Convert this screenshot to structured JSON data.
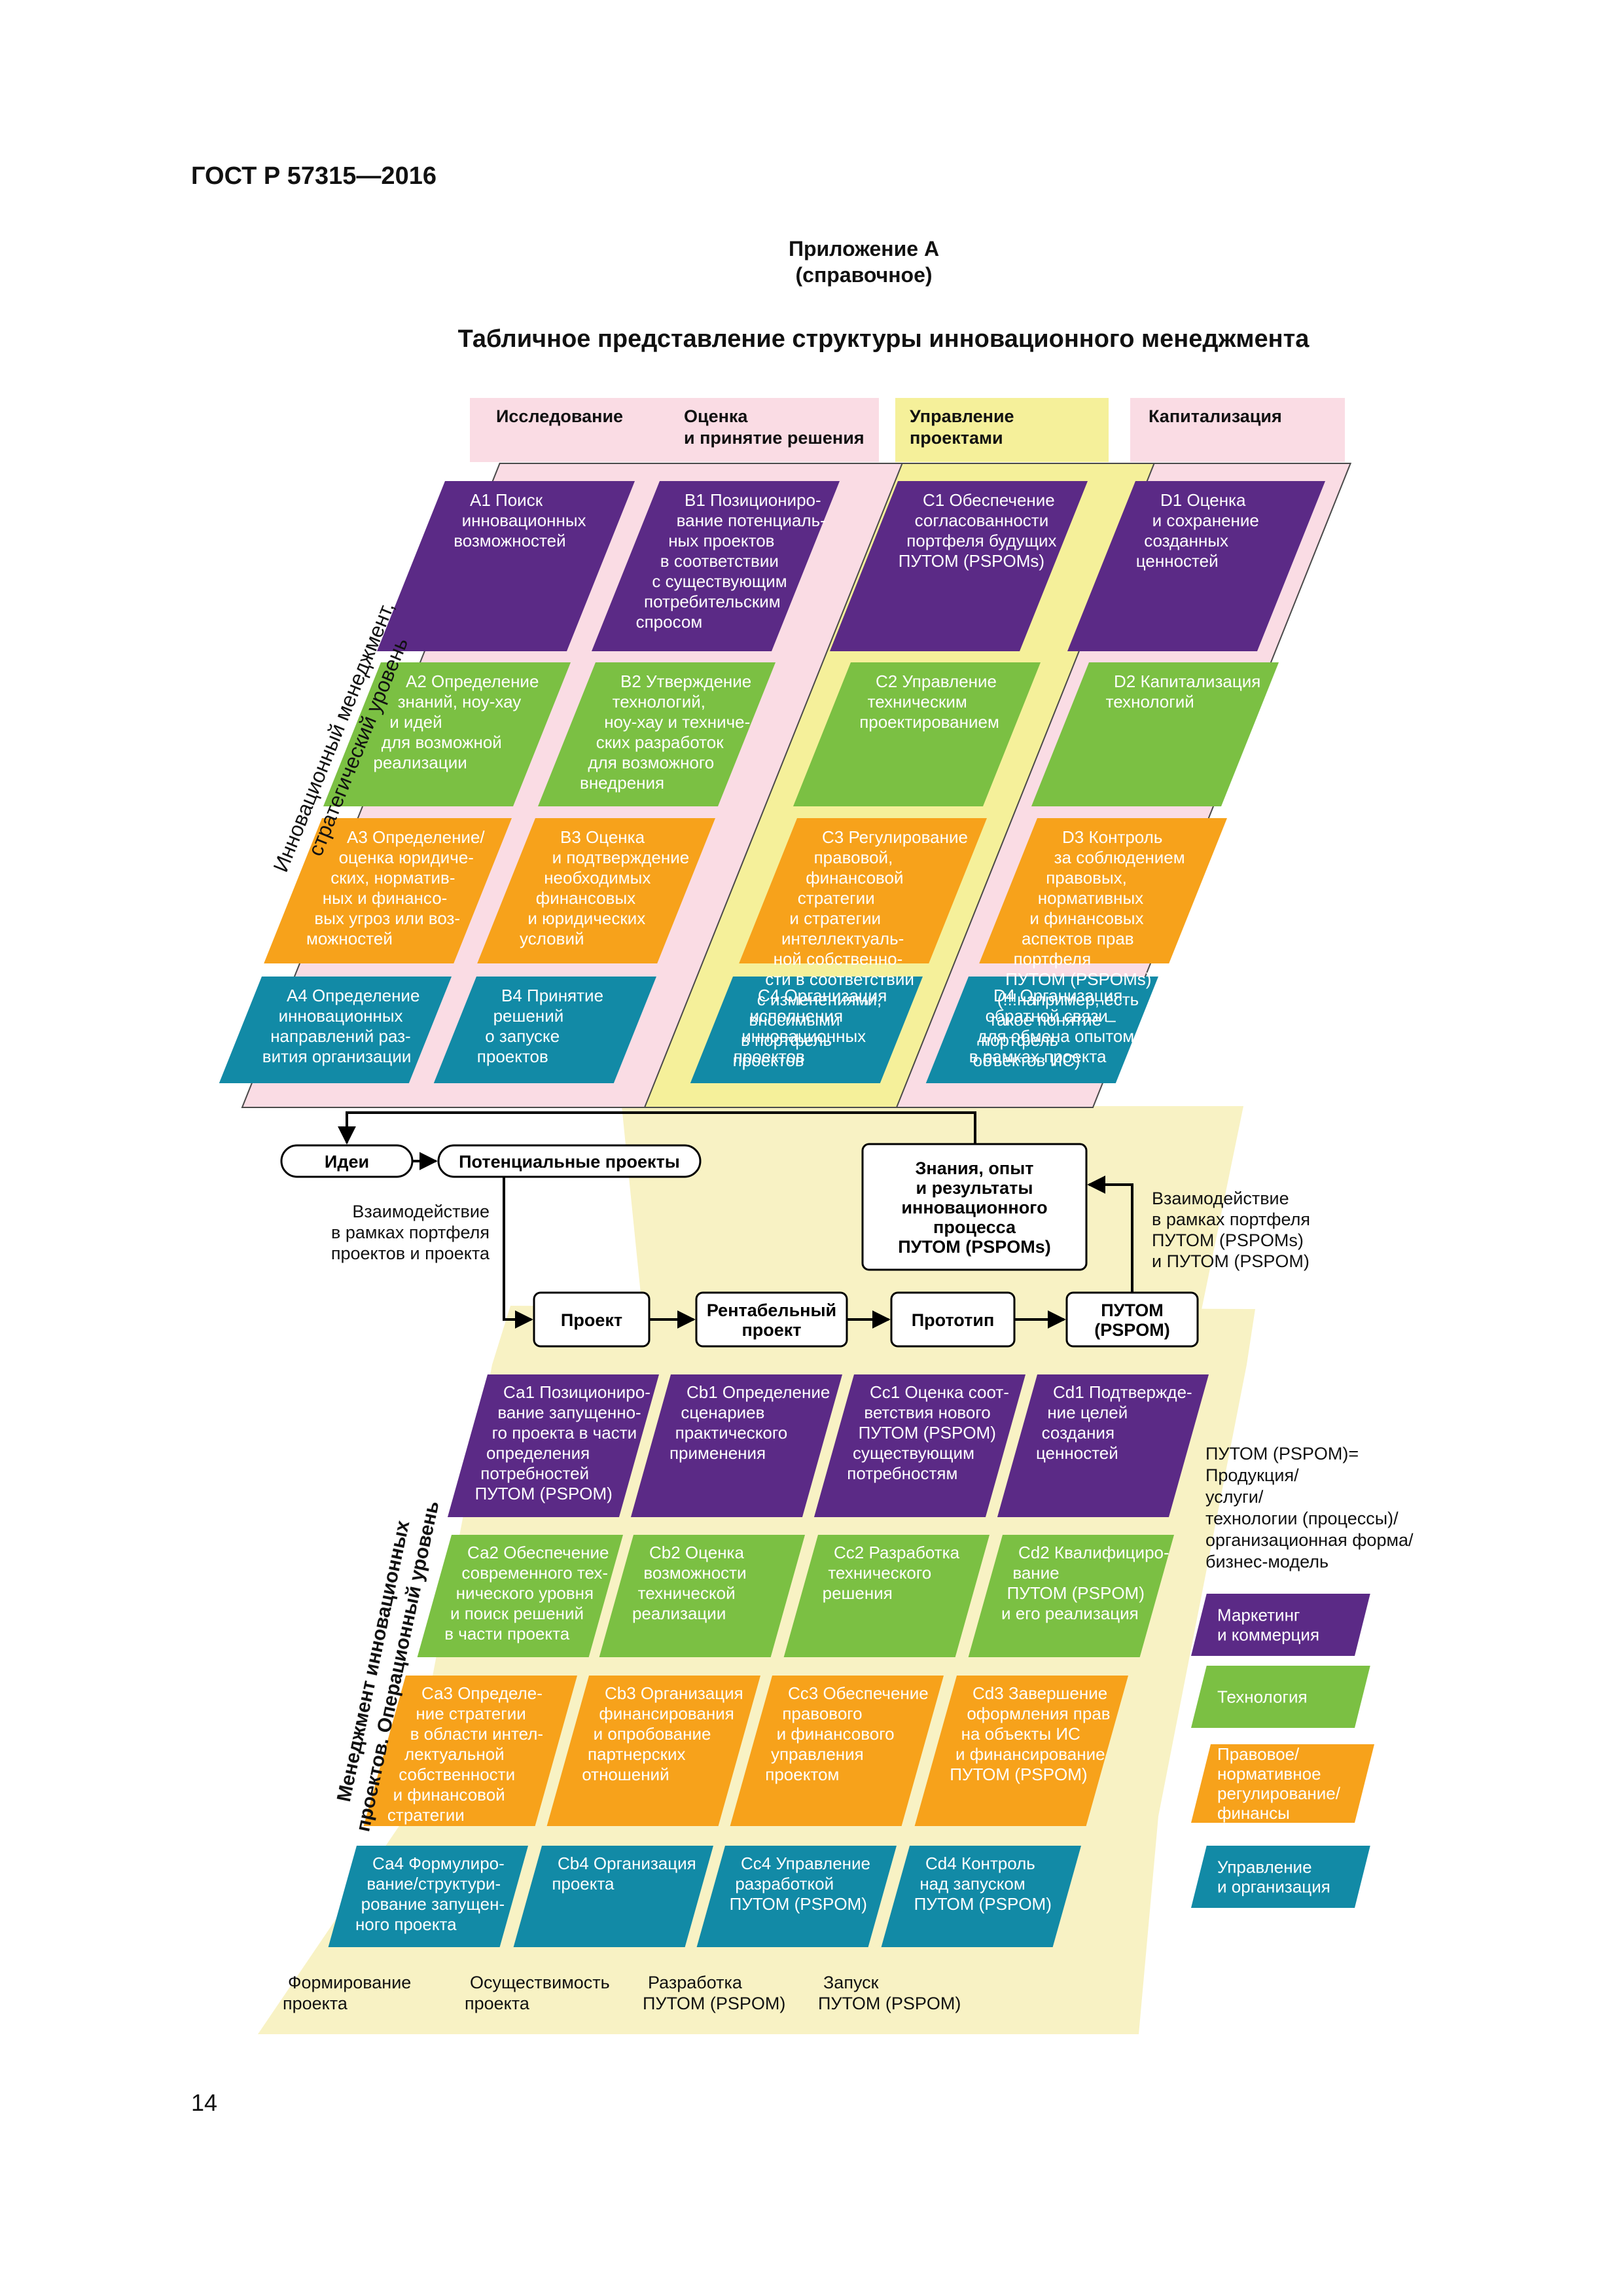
{
  "header": {
    "doc_code": "ГОСТ Р 57315—2016",
    "annex_title": "Приложение А",
    "annex_type": "(справочное)",
    "figure_title": "Табличное представление структуры инновационного менеджмента"
  },
  "colors": {
    "purple": "#5b2a86",
    "green": "#7bc043",
    "orange": "#f7a21b",
    "teal": "#128aa6",
    "pink": "#fadce4",
    "yellow": "#f5f09a",
    "cream": "#f8f2c4"
  },
  "strategic": {
    "level_label": [
      "Инновационный менеджмент,",
      "стратегический уровень"
    ],
    "headers": [
      {
        "id": "research",
        "lines": [
          "Исследование"
        ]
      },
      {
        "id": "evaluation",
        "lines": [
          "Оценка",
          "и принятие решения"
        ]
      },
      {
        "id": "pm",
        "lines": [
          "Управление",
          "проектами"
        ]
      },
      {
        "id": "capitalization",
        "lines": [
          "Капитализация"
        ]
      }
    ],
    "cells": [
      {
        "id": "a1",
        "color": "purple",
        "lines": [
          "А1 Поиск",
          "инновационных",
          "возможностей"
        ]
      },
      {
        "id": "b1",
        "color": "purple",
        "lines": [
          "В1 Позициониро-",
          "вание потенциаль-",
          "ных проектов",
          "в соответствии",
          "с существующим",
          "потребительским",
          "спросом"
        ]
      },
      {
        "id": "c1",
        "color": "purple",
        "lines": [
          "С1 Обеспечение",
          "согласованности",
          "портфеля будущих",
          "ПУТОМ (PSPOMs)"
        ]
      },
      {
        "id": "d1",
        "color": "purple",
        "lines": [
          "D1 Оценка",
          "и сохранение",
          "созданных",
          "ценностей"
        ]
      },
      {
        "id": "a2",
        "color": "green",
        "lines": [
          "А2 Определение",
          "знаний, ноу-хау",
          "и идей",
          "для возможной",
          "реализации"
        ]
      },
      {
        "id": "b2",
        "color": "green",
        "lines": [
          "В2 Утверждение",
          "технологий,",
          "ноу-хау и техниче-",
          "ских разработок",
          "для возможного",
          "внедрения"
        ]
      },
      {
        "id": "c2",
        "color": "green",
        "lines": [
          "С2 Управление",
          "техническим",
          "проектированием"
        ]
      },
      {
        "id": "d2",
        "color": "green",
        "lines": [
          "D2 Капитализация",
          "технологий"
        ]
      },
      {
        "id": "a3",
        "color": "orange",
        "lines": [
          "А3 Определение/",
          "оценка юридиче-",
          "ских, норматив-",
          "ных и финансо-",
          "вых угроз или воз-",
          "можностей"
        ]
      },
      {
        "id": "b3",
        "color": "orange",
        "lines": [
          "В3 Оценка",
          "и подтверждение",
          "необходимых",
          "финансовых",
          "и юридических",
          "условий"
        ]
      },
      {
        "id": "c3",
        "color": "orange",
        "lines": [
          "С3 Регулирование",
          "правовой,",
          "финансовой",
          "стратегии",
          "и стратегии",
          "интеллектуаль-",
          "ной собственно-",
          "сти в соответствии",
          "с изменениями,",
          "вносимыми",
          "в портфель",
          "проектов"
        ]
      },
      {
        "id": "d3",
        "color": "orange",
        "lines": [
          "D3 Контроль",
          "за соблюдением",
          "правовых,",
          "нормативных",
          "и финансовых",
          "аспектов прав",
          "портфеля",
          "ПУТОМ (PSPOMs)",
          "(!!!например, есть",
          "такое понятие –",
          "портфель",
          "объектов ИС)"
        ]
      },
      {
        "id": "a4",
        "color": "teal",
        "lines": [
          "А4 Определение",
          "инновационных",
          "направлений раз-",
          "вития организации"
        ]
      },
      {
        "id": "b4",
        "color": "teal",
        "lines": [
          "В4 Принятие",
          "решений",
          "о запуске",
          "проектов"
        ]
      },
      {
        "id": "c4",
        "color": "teal",
        "lines": [
          "С4 Организация",
          "исполнения",
          "инновационных",
          "проектов"
        ]
      },
      {
        "id": "d4",
        "color": "teal",
        "lines": [
          "D4 Организация",
          "обратной связи",
          "для обмена опытом",
          "в рамках проекта"
        ]
      }
    ]
  },
  "flow": {
    "ideas": "Идеи",
    "potential_projects": "Потенциальные проекты",
    "project": "Проект",
    "profitable_project": [
      "Рентабельный",
      "проект"
    ],
    "prototype": "Прототип",
    "pspom": [
      "ПУТОМ",
      "(PSPOM)"
    ],
    "knowledge": [
      "Знания, опыт",
      "и результаты",
      "инновационного",
      "процесса",
      "ПУТОМ (PSPOMs)"
    ],
    "interaction_left": [
      "Взаимодействие",
      "в рамках портфеля",
      "проектов и проекта"
    ],
    "interaction_right": [
      "Взаимодействие",
      "в рамках портфеля",
      "ПУТОМ (PSPOMs)",
      "и ПУТОМ (PSPOM)"
    ]
  },
  "operational": {
    "level_label": [
      "Менеджмент инновационных",
      "проектов. Операционный уровень"
    ],
    "cells": [
      {
        "id": "ca1",
        "color": "purple",
        "lines": [
          "Са1 Позициониро-",
          "вание запущенно-",
          "го проекта в части",
          "определения",
          "потребностей",
          "ПУТОМ (PSPOM)"
        ]
      },
      {
        "id": "cb1",
        "color": "purple",
        "lines": [
          "Cb1 Определение",
          "сценариев",
          "практического",
          "применения"
        ]
      },
      {
        "id": "cc1",
        "color": "purple",
        "lines": [
          "Сс1 Оценка соот-",
          "ветствия нового",
          "ПУТОМ (PSPOM)",
          "существующим",
          "потребностям"
        ]
      },
      {
        "id": "cd1",
        "color": "purple",
        "lines": [
          "Cd1 Подтвержде-",
          "ние целей",
          "создания",
          "ценностей"
        ]
      },
      {
        "id": "ca2",
        "color": "green",
        "lines": [
          "Са2 Обеспечение",
          "современного тех-",
          "нического уровня",
          "и поиск решений",
          "в части проекта"
        ]
      },
      {
        "id": "cb2",
        "color": "green",
        "lines": [
          "Cb2 Оценка",
          "возможности",
          "технической",
          "реализации"
        ]
      },
      {
        "id": "cc2",
        "color": "green",
        "lines": [
          "Сс2 Разработка",
          "технического",
          "решения"
        ]
      },
      {
        "id": "cd2",
        "color": "green",
        "lines": [
          "Cd2 Квалифициро-",
          "вание",
          "ПУТОМ (PSPOM)",
          "и его реализация"
        ]
      },
      {
        "id": "ca3",
        "color": "orange",
        "lines": [
          "Са3 Определе-",
          "ние стратегии",
          "в области интел-",
          "лектуальной",
          "собственности",
          "и финансовой",
          "стратегии"
        ]
      },
      {
        "id": "cb3",
        "color": "orange",
        "lines": [
          "Cb3 Организация",
          "финансирования",
          "и опробование",
          "партнерских",
          "отношений"
        ]
      },
      {
        "id": "cc3",
        "color": "orange",
        "lines": [
          "Сс3 Обеспечение",
          "правового",
          "и финансового",
          "управления",
          "проектом"
        ]
      },
      {
        "id": "cd3",
        "color": "orange",
        "lines": [
          "Cd3 Завершение",
          "оформления прав",
          "на объекты ИС",
          "и финансирование",
          "ПУТОМ (PSPOM)"
        ]
      },
      {
        "id": "ca4",
        "color": "teal",
        "lines": [
          "Са4 Формулиро-",
          "вание/структури-",
          "рование запущен-",
          "ного проекта"
        ]
      },
      {
        "id": "cb4",
        "color": "teal",
        "lines": [
          "Cb4 Организация",
          "проекта"
        ]
      },
      {
        "id": "cc4",
        "color": "teal",
        "lines": [
          "Сс4 Управление",
          "разработкой",
          "ПУТОМ (PSPOM)"
        ]
      },
      {
        "id": "cd4",
        "color": "teal",
        "lines": [
          "Cd4 Контроль",
          "над запуском",
          "ПУТОМ (PSPOM)"
        ]
      }
    ],
    "footers": [
      {
        "id": "formation",
        "lines": [
          "Формирование",
          "проекта"
        ]
      },
      {
        "id": "feasibility",
        "lines": [
          "Осуществимость",
          "проекта"
        ]
      },
      {
        "id": "development",
        "lines": [
          "Разработка",
          "ПУТОМ (PSPOM)"
        ]
      },
      {
        "id": "launch",
        "lines": [
          "Запуск",
          "ПУТОМ (PSPOM)"
        ]
      }
    ]
  },
  "legend": {
    "definition": [
      "ПУТОМ (PSPOM)=",
      "Продукция/",
      "услуги/",
      "технологии (процессы)/",
      "организационная форма/",
      "бизнес-модель"
    ],
    "items": [
      {
        "id": "marketing",
        "color": "purple",
        "lines": [
          "Маркетинг",
          "и коммерция"
        ]
      },
      {
        "id": "technology",
        "color": "green",
        "lines": [
          "Технология"
        ]
      },
      {
        "id": "legal",
        "color": "orange",
        "lines": [
          "Правовое/",
          "нормативное",
          "регулирование/",
          "финансы"
        ]
      },
      {
        "id": "management",
        "color": "teal",
        "lines": [
          "Управление",
          "и организация"
        ]
      }
    ]
  },
  "page_number": "14"
}
